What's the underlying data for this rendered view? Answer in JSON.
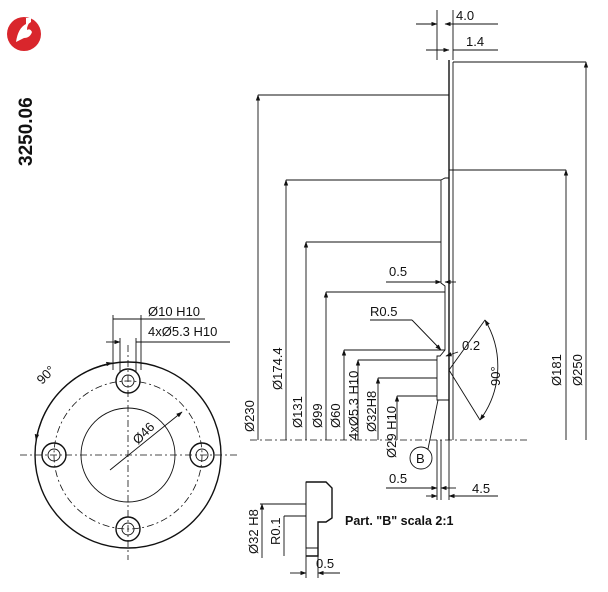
{
  "drawing": {
    "code": "3250.06",
    "logo_icon": "brand-logo-icon",
    "accent_color": "#d9262c",
    "detail_callout": "B",
    "detail_caption": "Part. \"B\" scala 2:1"
  },
  "front_view": {
    "angle_label": "90°",
    "hole_dim": "Ø10 H10",
    "bolt_hole_dim": "4xØ5.3 H10",
    "bolt_circle_dim": "Ø46"
  },
  "section_view": {
    "dims_top": [
      "4.0",
      "1.4"
    ],
    "dims_left": [
      "Ø230",
      "Ø174.4",
      "Ø131",
      "Ø99",
      "Ø60",
      "4xØ5.3 H10",
      "Ø32H8",
      "Ø29 H10"
    ],
    "dims_right": [
      "Ø181",
      "Ø250"
    ],
    "dim_step": "0.5",
    "dim_radius": "R0.5",
    "dim_chamfer": "0.2",
    "angle_label": "90°",
    "dims_bottom": [
      "0.5",
      "4.5"
    ]
  },
  "detail_b": {
    "dim_bore": "Ø32 H8",
    "dim_radius": "R0.1",
    "dim_width": "0.5"
  }
}
